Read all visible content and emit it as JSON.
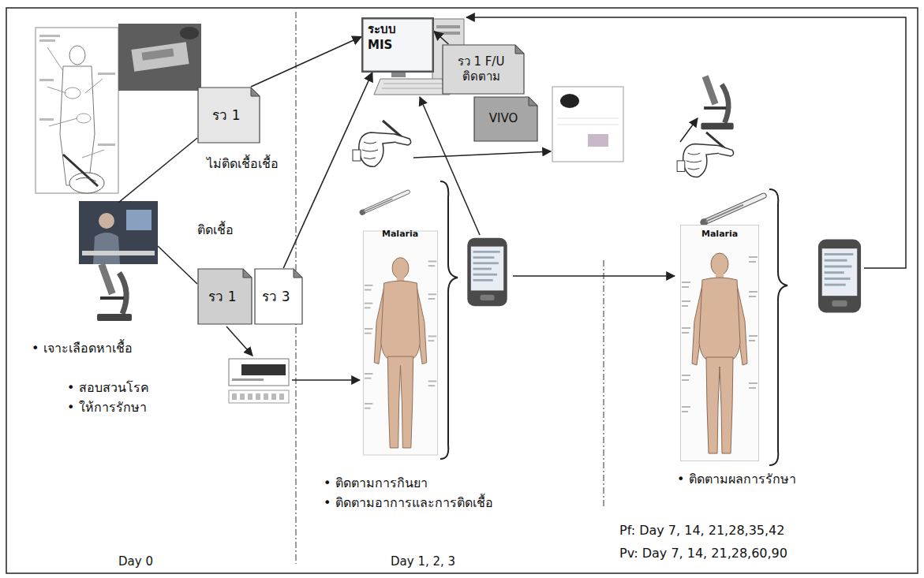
{
  "diagram": {
    "nodes": [
      {
        "text": [
          "ระบบ MIS"
        ]
      },
      {
        "text": [
          "รว 1 F/U ติดตาม"
        ]
      },
      {
        "text": [
          "VIVO"
        ]
      },
      {
        "text": [
          "รว 1"
        ]
      },
      {
        "text": [
          "รว 1"
        ]
      },
      {
        "text": [
          "รว 3"
        ]
      }
    ],
    "edges": [
      {
        "from": 3,
        "to": 0,
        "arrow": "to"
      },
      {
        "from": 5,
        "to": 0,
        "arrow": "to"
      },
      {
        "from": 1,
        "to": 0,
        "arrow": "to"
      }
    ],
    "labels": [
      "ไม่ติดเชื้อเชื้อ",
      "ติดเชื้อ",
      "• เจาะเลือดหาเชื้อ",
      "• สอบสวนโรค",
      "• ให้การรักษา",
      "Day 0",
      "Malaria",
      "• ติดตามการกินยา",
      "• ติดตามอาการและการติดเชื้อ",
      "Day 1, 2, 3",
      "Malaria",
      "• ติดตามผลการรักษา",
      "Pf: Day 7, 14, 21,28,35,42",
      "Pv: Day 7, 14, 21,28,60,90"
    ]
  }
}
